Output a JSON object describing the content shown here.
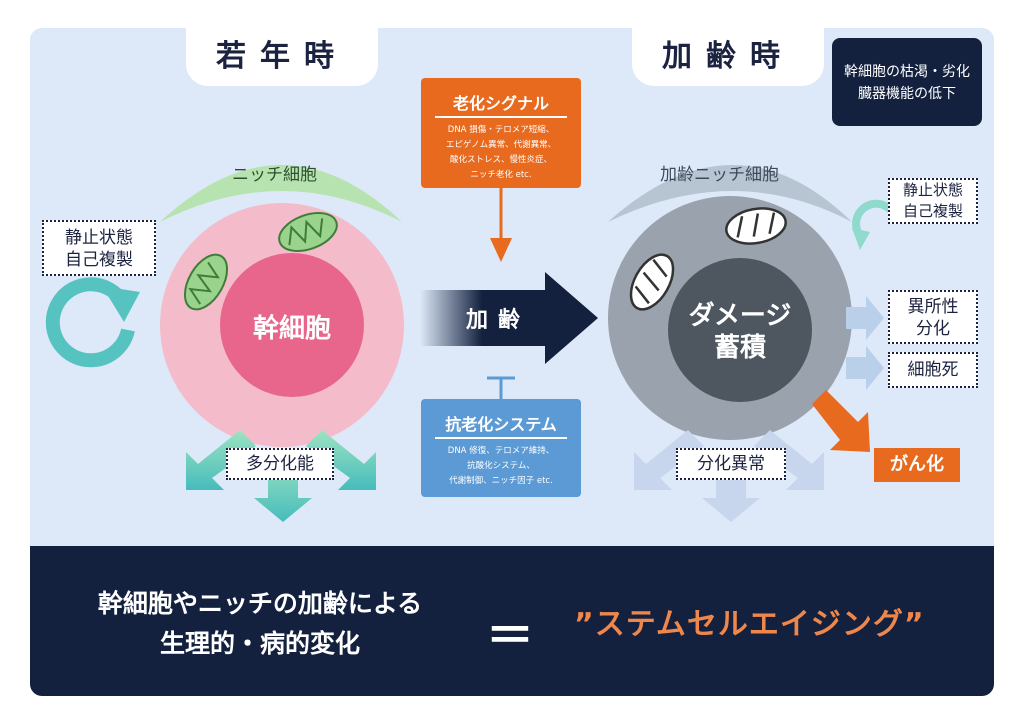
{
  "tabs": {
    "young": "若年時",
    "aged": "加齢時"
  },
  "young": {
    "niche": "ニッチ細胞",
    "quiescence": "静止状態\n自己複製",
    "stem_cell": "幹細胞",
    "multipotency": "多分化能"
  },
  "aged": {
    "niche": "加齢ニッチ細胞",
    "quiescence": "静止状態\n自己複製",
    "damage": "ダメージ\n蓄積",
    "ectopic": "異所性\n分化",
    "cell_death": "細胞死",
    "cancer": "がん化",
    "abnormal_diff": "分化異常",
    "note": "幹細胞の枯渇・劣化\n臓器機能の低下"
  },
  "aging_arrow": "加齢",
  "aging_signal": {
    "title": "老化シグナル",
    "text": "DNA 損傷・テロメア短縮、\nエピゲノム異常、代謝異常、\n酸化ストレス、慢性炎症、\nニッチ老化 etc."
  },
  "anti_aging": {
    "title": "抗老化システム",
    "text": "DNA 修復、テロメア維持、\n抗酸化システム、\n代謝制御、ニッチ因子 etc."
  },
  "bottom": {
    "left": "幹細胞やニッチの加齢による\n生理的・病的変化",
    "equals": "＝",
    "right": "”ステムセルエイジング”"
  },
  "colors": {
    "panel": "#dde9f8",
    "navy": "#13213f",
    "orange": "#e76a1f",
    "blue": "#5b9ad4",
    "teal": "#56c3c0",
    "pink": "#f4bccb",
    "stem": "#e8668b",
    "gray": "#9aa3ad",
    "dark_gray": "#4e5760",
    "green": "#b6e3b0"
  }
}
